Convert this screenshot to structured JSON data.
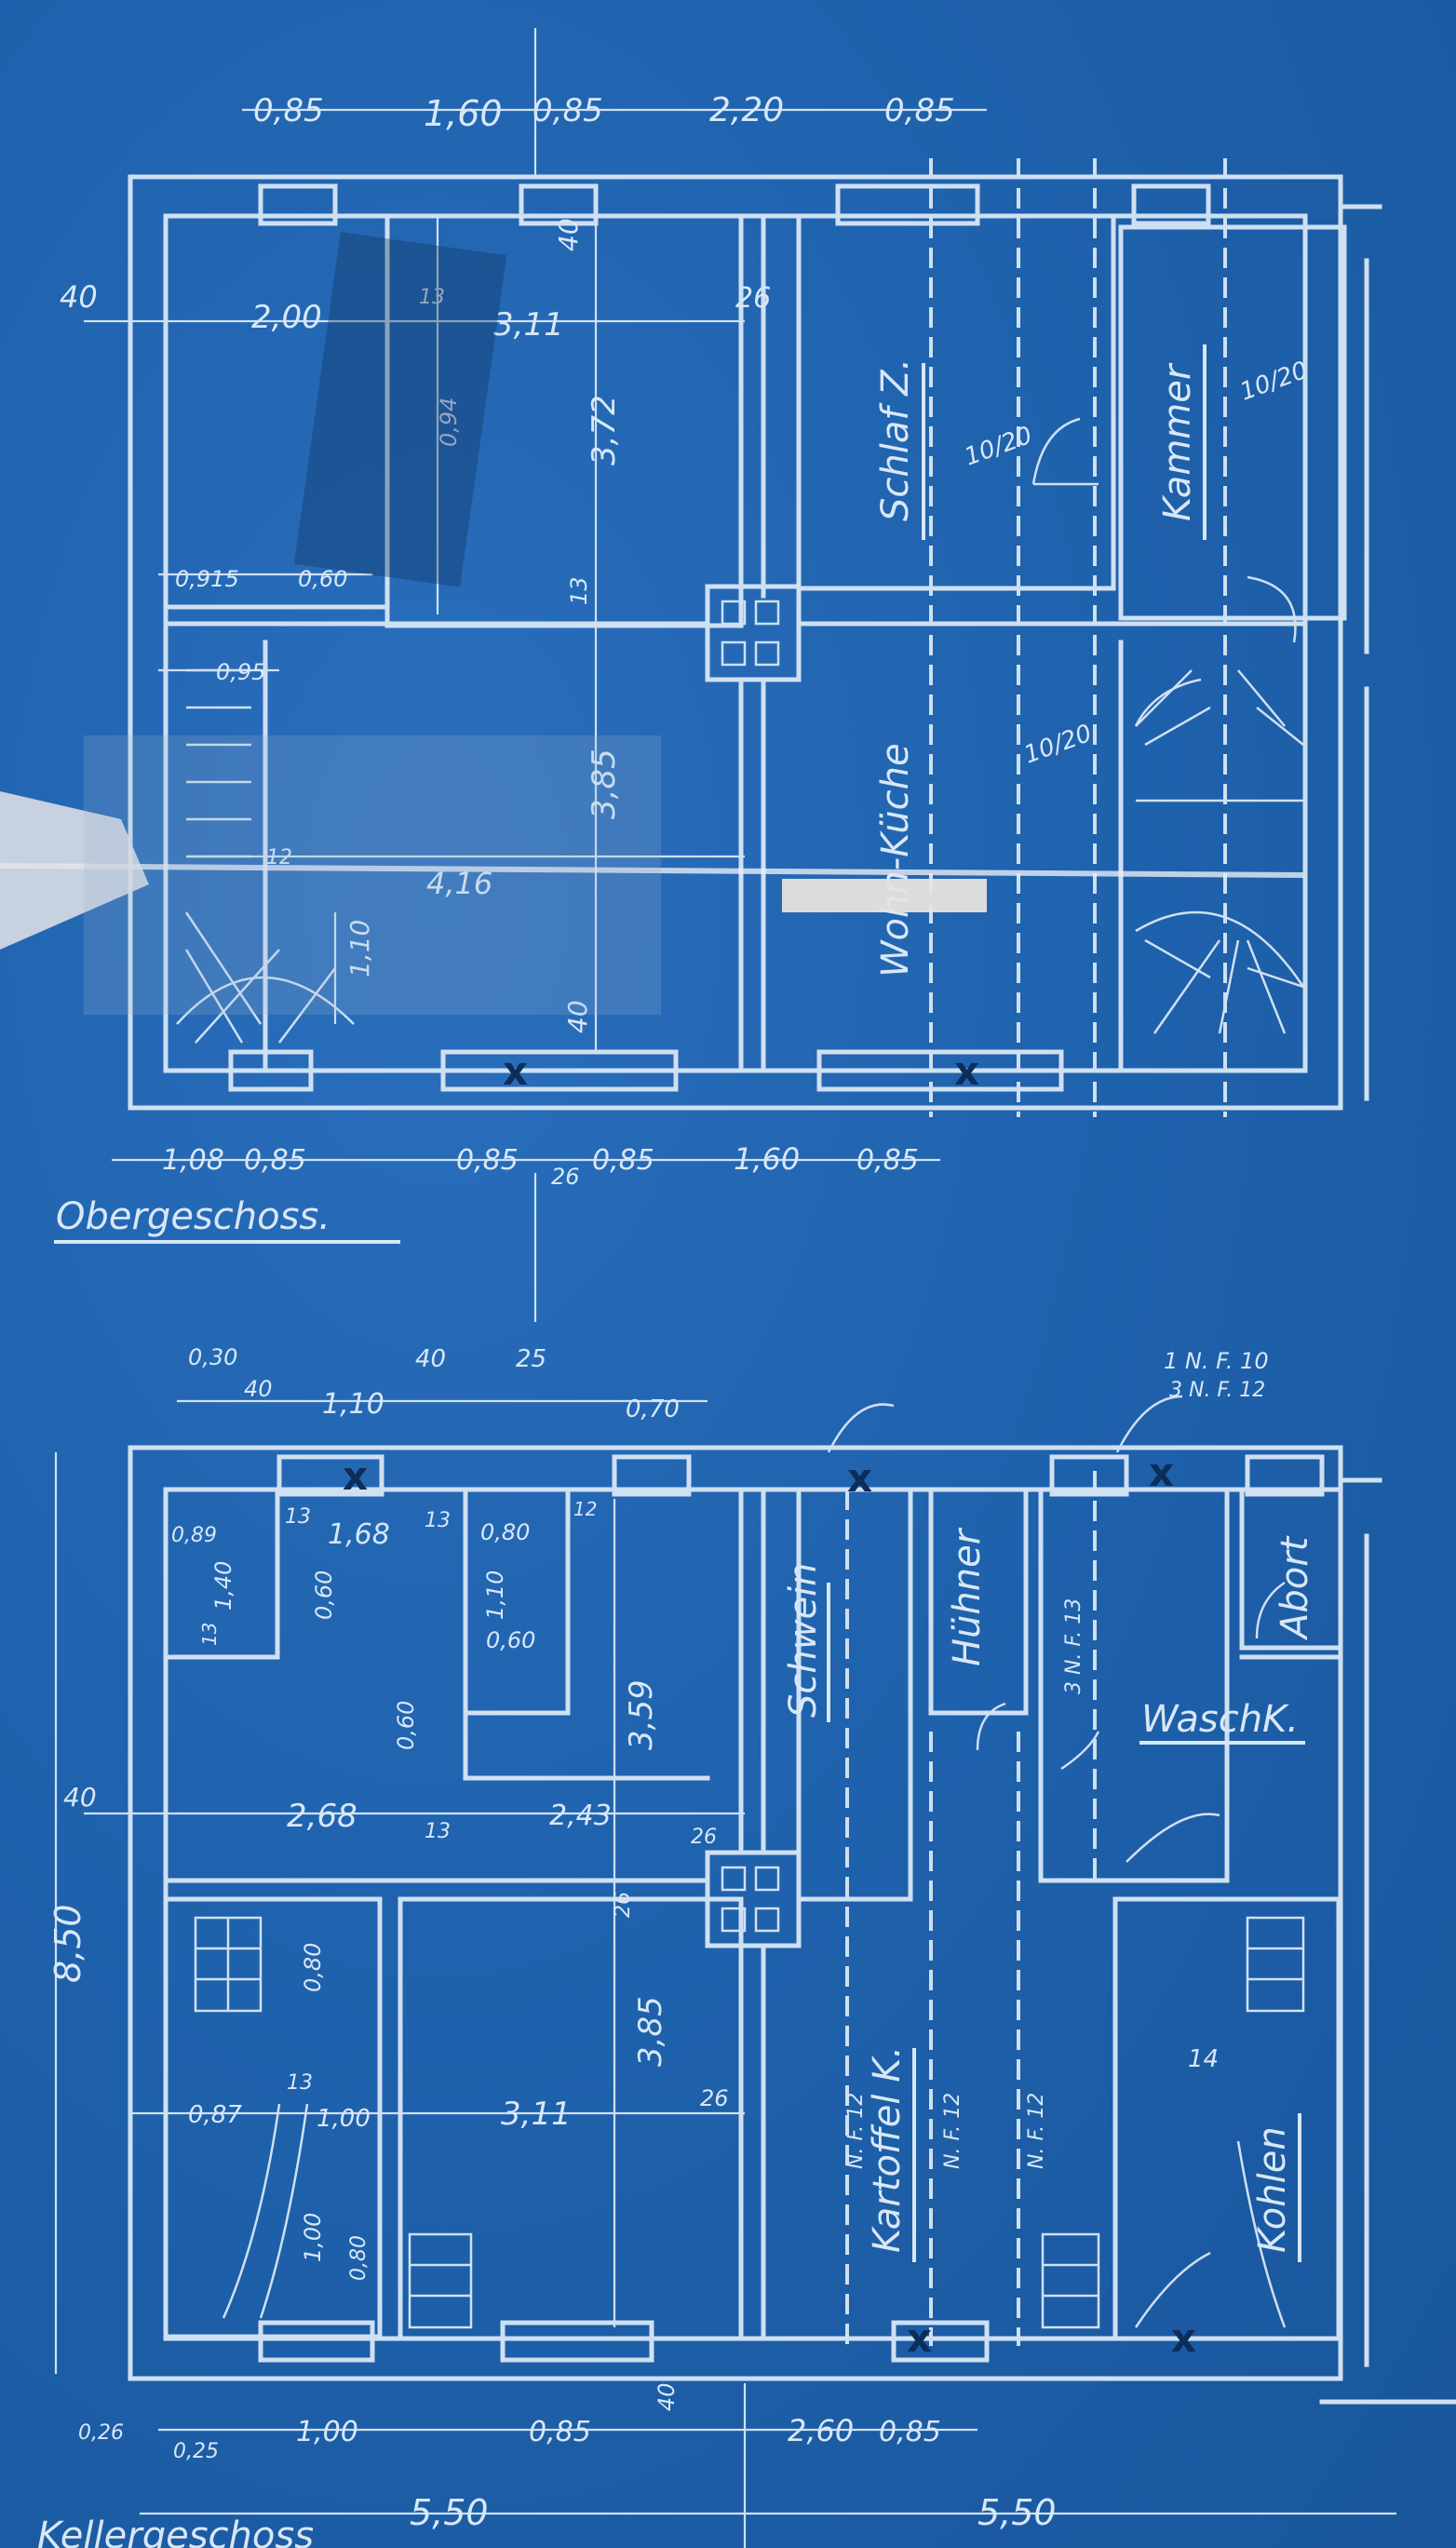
{
  "upper_floor": {
    "title": "Obergeschoss.",
    "rooms": {
      "schlaf": "Schlaf Z.",
      "kammer": "Kammer",
      "wohnkueche": "Wohn-Küche"
    },
    "notes": [
      "10/20",
      "10/20",
      "10/20"
    ],
    "dims": {
      "top_a": "0,85",
      "top_b": "1,60",
      "top_c": "0,85",
      "top_d": "2,20",
      "top_e": "0,85",
      "side_40": "40",
      "w200": "2,00",
      "w13": "13",
      "w311": "3,11",
      "w26": "26",
      "d40": "40",
      "h372": "3,72",
      "h094": "0,94",
      "w0915": "0,915",
      "w060": "0,60",
      "w095": "0,95",
      "h13": "13",
      "h385": "3,85",
      "w416": "4,16",
      "w12": "12",
      "h110": "1,10",
      "b40": "40",
      "bot_a": "1,08",
      "bot_b": "0,85",
      "bot_c": "0,85",
      "bot_d": "0,85",
      "bot_e": "1,60",
      "bot_f": "0,85",
      "bot_26": "26"
    }
  },
  "basement": {
    "title": "Kellergeschoss",
    "rooms": {
      "schwein": "Schwein",
      "huehner": "Hühner",
      "waschk": "WaschK.",
      "abort": "Abort",
      "kartoffel": "Kartoffel K.",
      "kohlen": "Kohlen"
    },
    "notes": {
      "nf10": "1 N. F. 10",
      "nf12": "3 N. F. 12",
      "nf13": "3 N. F. 13",
      "nf12a": "N. F. 12",
      "nf12b": "N. F. 12",
      "nf12c": "N. F. 12",
      "n14": "14"
    },
    "dims": {
      "t030": "0,30",
      "t40": "40",
      "t110": "1,10",
      "t40b": "40",
      "t25": "25",
      "t070": "0,70",
      "w089": "0,89",
      "w13": "13",
      "w168": "1,68",
      "w13b": "13",
      "w080": "0,80",
      "w12": "12",
      "h140": "1,40",
      "h060": "0,60",
      "h13": "13",
      "h110": "1,10",
      "h060b": "0,60",
      "h359": "3,59",
      "h060c": "0,60",
      "side40": "40",
      "w268": "2,68",
      "w13c": "13",
      "w243": "2,43",
      "w26": "26",
      "h080": "0,80",
      "h26": "26",
      "h385": "3,85",
      "w087": "0,87",
      "w13d": "13",
      "w100": "1,00",
      "w311": "3,11",
      "w26b": "26",
      "h100": "1,00",
      "h080b": "0,80",
      "left850": "8,50",
      "b026": "0,26",
      "b025": "0,25",
      "b100": "1,00",
      "b085": "0,85",
      "b40": "40",
      "b260": "2,60",
      "b085b": "0,85",
      "b550a": "5,50",
      "b550b": "5,50"
    }
  }
}
